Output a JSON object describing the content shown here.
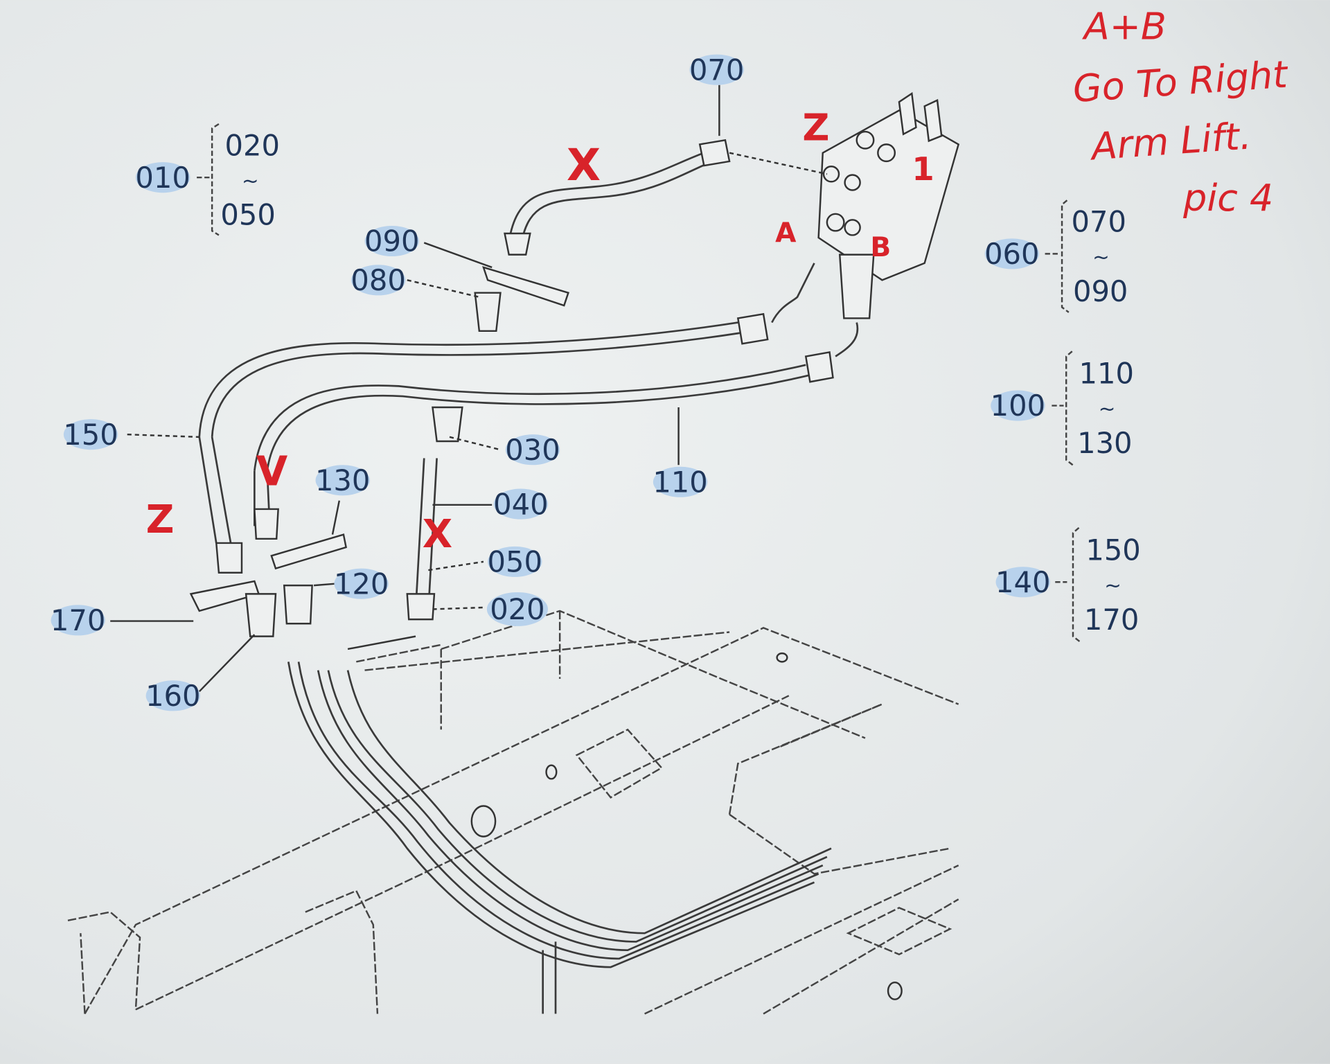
{
  "diagram": {
    "callouts": {
      "c010": "010",
      "c020": "020",
      "c030": "030",
      "c040": "040",
      "c050": "050",
      "c060": "060",
      "c070": "070",
      "c080": "080",
      "c090": "090",
      "c100": "100",
      "c110": "110",
      "c120": "120",
      "c130": "130",
      "c140": "140",
      "c150": "150",
      "c160": "160",
      "c170": "170"
    },
    "groups": [
      {
        "parent": "010",
        "from": "020",
        "tilde": "~",
        "to": "050"
      },
      {
        "parent": "060",
        "from": "070",
        "tilde": "~",
        "to": "090"
      },
      {
        "parent": "100",
        "from": "110",
        "tilde": "~",
        "to": "130"
      },
      {
        "parent": "140",
        "from": "150",
        "tilde": "~",
        "to": "170"
      }
    ]
  },
  "annotations": {
    "marks": {
      "x_top": "X",
      "z_top": "Z",
      "one": "1",
      "a": "A",
      "b": "B",
      "v": "V",
      "z_left": "Z",
      "x_mid": "X"
    },
    "note": [
      "A+B",
      "Go To Right",
      "Arm Lift.",
      "pic 4"
    ],
    "ink_color": "#d8232a"
  }
}
